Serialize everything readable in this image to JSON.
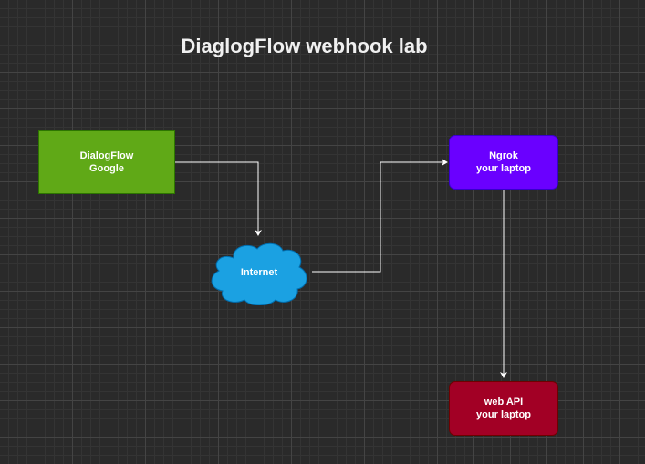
{
  "diagram": {
    "title": "DiaglogFlow webhook lab",
    "nodes": {
      "dialogflow": {
        "line1": "DialogFlow",
        "line2": "Google",
        "fill": "#60a917"
      },
      "internet": {
        "label": "Internet",
        "fill": "#1ba1e2"
      },
      "ngrok": {
        "line1": "Ngrok",
        "line2": "your laptop",
        "fill": "#6a00ff"
      },
      "webapi": {
        "line1": "web API",
        "line2": "your laptop",
        "fill": "#a20025"
      }
    },
    "edges": [
      {
        "from": "dialogflow",
        "to": "internet"
      },
      {
        "from": "internet",
        "to": "ngrok"
      },
      {
        "from": "ngrok",
        "to": "webapi"
      }
    ],
    "edge_color": "#ffffff"
  }
}
